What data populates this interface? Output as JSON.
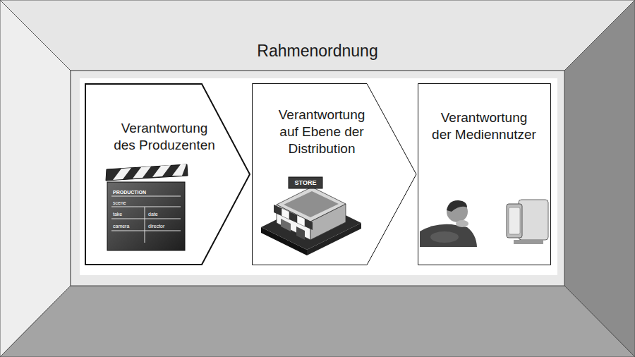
{
  "diagram": {
    "title": "Rahmenordnung",
    "nodes": [
      {
        "text": [
          "Verantwortung des Produzenten"
        ]
      },
      {
        "text": [
          "Verantwortung auf Ebene der Distribution"
        ]
      },
      {
        "text": [
          "Verantwortung der Mediennutzer"
        ]
      }
    ],
    "labels": [
      "PRODUCTION",
      "scene",
      "take",
      "camera",
      "date",
      "director",
      "STORE"
    ]
  }
}
